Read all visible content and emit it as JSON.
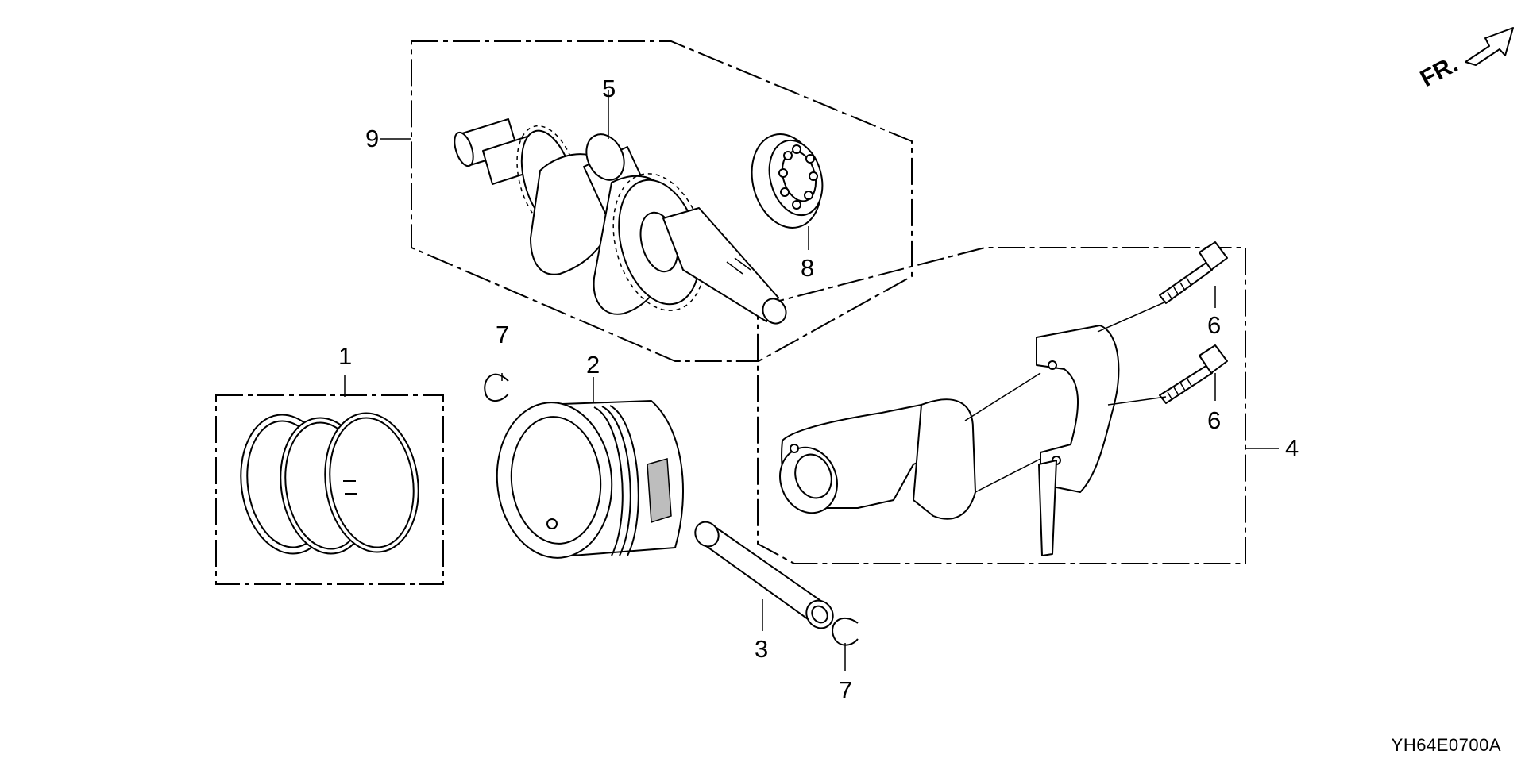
{
  "diagram_code": "YH64E0700A",
  "front_marker": {
    "label": "FR.",
    "icon": "front-arrow-icon"
  },
  "callouts": {
    "c1": "1",
    "c2": "2",
    "c3": "3",
    "c4": "4",
    "c5": "5",
    "c6a": "6",
    "c6b": "6",
    "c7a": "7",
    "c7b": "7",
    "c8": "8",
    "c9": "9"
  }
}
